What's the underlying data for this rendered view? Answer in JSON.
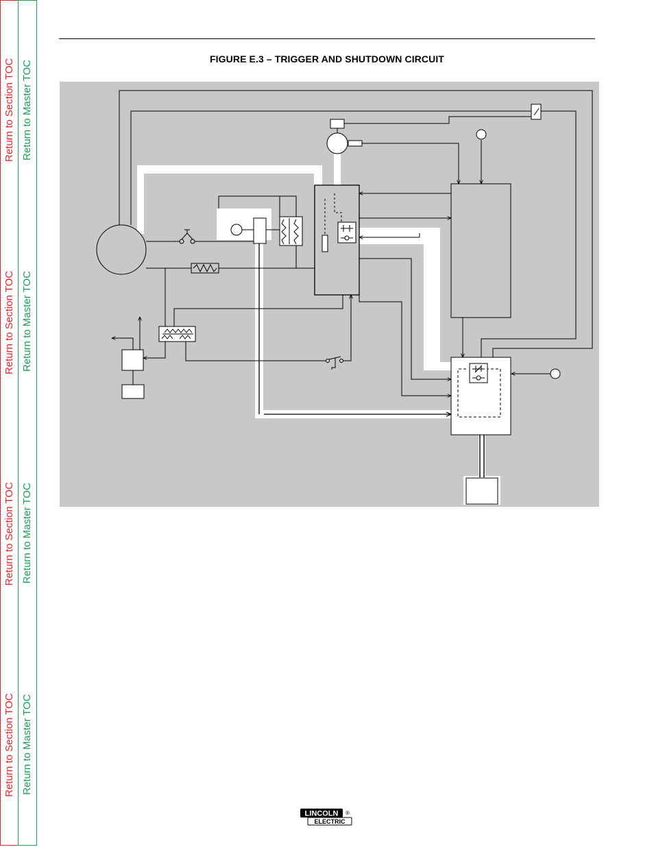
{
  "toc": {
    "section_label": "Return to Section TOC",
    "master_label": "Return to Master TOC"
  },
  "figure": {
    "title": "FIGURE E.3 – TRIGGER AND SHUTDOWN CIRCUIT"
  },
  "logo": {
    "top_text": "LINCOLN",
    "bottom_text": "ELECTRIC",
    "registered_mark": "®"
  },
  "colors": {
    "diagram_background": "#c8c8c8",
    "highlight_path": "#ffffff",
    "wire": "#000000",
    "section_toc": "#e8242c",
    "master_toc": "#1aa052"
  }
}
